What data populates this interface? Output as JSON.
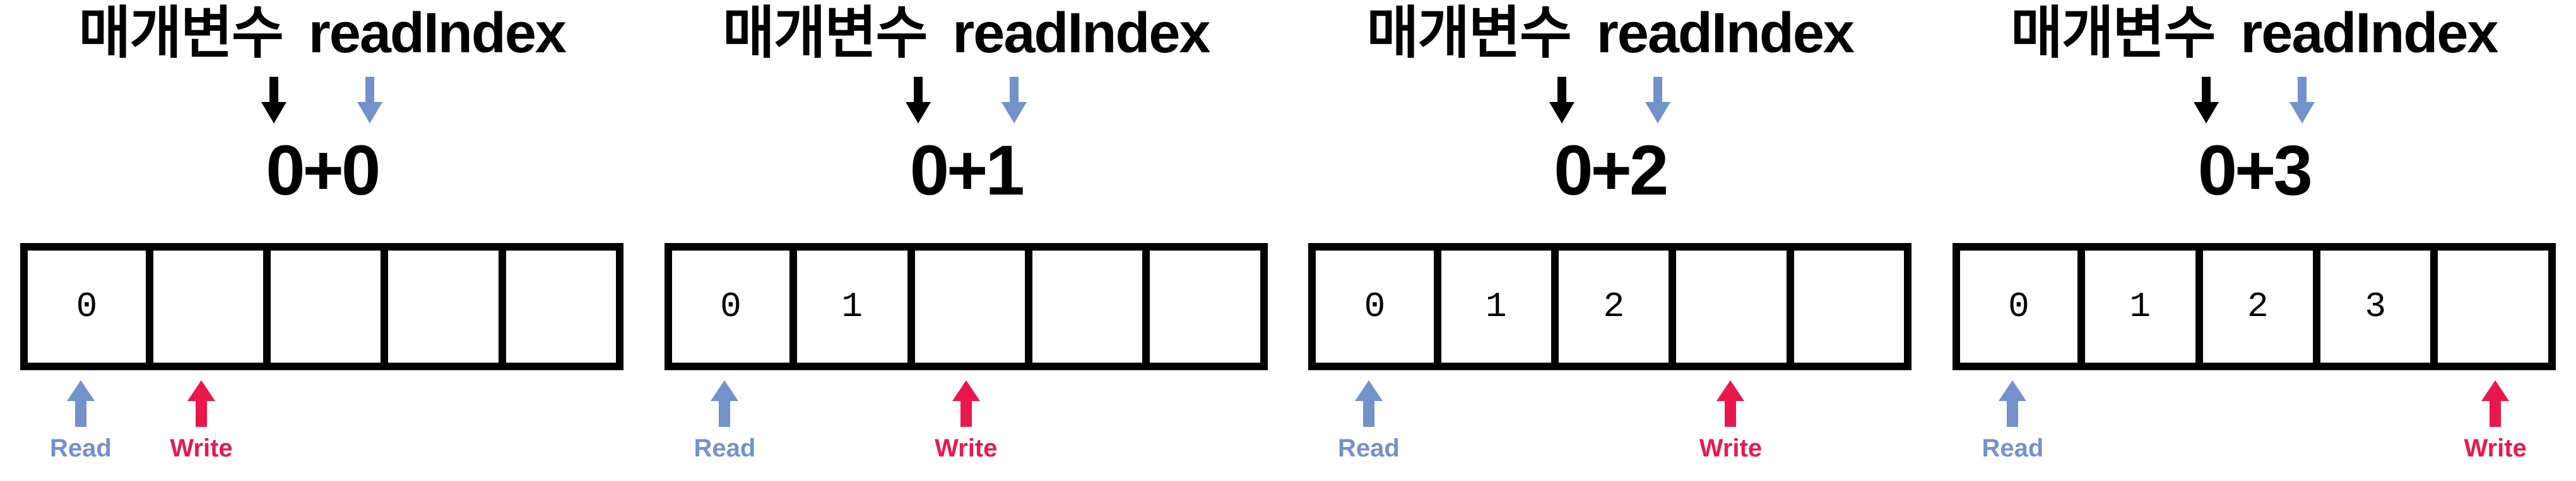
{
  "colors": {
    "arrow_black": "#000000",
    "read_blue": "#7392CA",
    "write_red": "#E8184D"
  },
  "panels": [
    {
      "title": "매개변수 readIndex",
      "expression": "0+0",
      "cells": [
        "0",
        "",
        "",
        "",
        ""
      ],
      "read": {
        "label": "Read",
        "cell_index": 0
      },
      "write": {
        "label": "Write",
        "cell_index": 1
      }
    },
    {
      "title": "매개변수 readIndex",
      "expression": "0+1",
      "cells": [
        "0",
        "1",
        "",
        "",
        ""
      ],
      "read": {
        "label": "Read",
        "cell_index": 0
      },
      "write": {
        "label": "Write",
        "cell_index": 2
      }
    },
    {
      "title": "매개변수 readIndex",
      "expression": "0+2",
      "cells": [
        "0",
        "1",
        "2",
        "",
        ""
      ],
      "read": {
        "label": "Read",
        "cell_index": 0
      },
      "write": {
        "label": "Write",
        "cell_index": 3
      }
    },
    {
      "title": "매개변수 readIndex",
      "expression": "0+3",
      "cells": [
        "0",
        "1",
        "2",
        "3",
        ""
      ],
      "read": {
        "label": "Read",
        "cell_index": 0
      },
      "write": {
        "label": "Write",
        "cell_index": 4
      }
    }
  ]
}
